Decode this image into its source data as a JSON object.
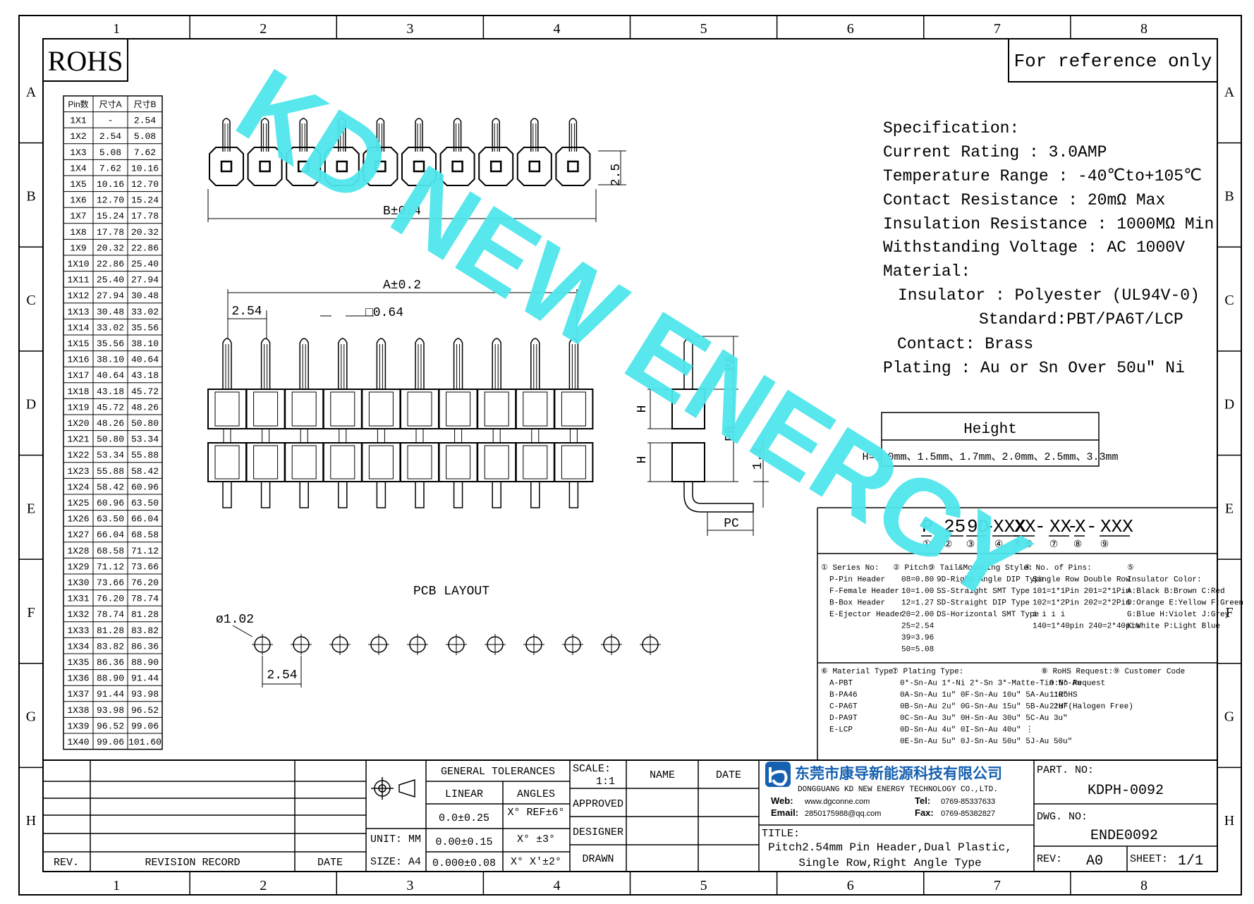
{
  "frame": {
    "cols": [
      "1",
      "2",
      "3",
      "4",
      "5",
      "6",
      "7",
      "8"
    ],
    "rows": [
      "A",
      "B",
      "C",
      "D",
      "E",
      "F",
      "G",
      "H"
    ]
  },
  "rohs": "ROHS",
  "reference": "For reference only",
  "watermark": "KD NEW ENERGY",
  "pin_table": {
    "headers": [
      "Pin数",
      "尺寸A",
      "尺寸B"
    ],
    "rows": [
      [
        "1X1",
        "-",
        "2.54"
      ],
      [
        "1X2",
        "2.54",
        "5.08"
      ],
      [
        "1X3",
        "5.08",
        "7.62"
      ],
      [
        "1X4",
        "7.62",
        "10.16"
      ],
      [
        "1X5",
        "10.16",
        "12.70"
      ],
      [
        "1X6",
        "12.70",
        "15.24"
      ],
      [
        "1X7",
        "15.24",
        "17.78"
      ],
      [
        "1X8",
        "17.78",
        "20.32"
      ],
      [
        "1X9",
        "20.32",
        "22.86"
      ],
      [
        "1X10",
        "22.86",
        "25.40"
      ],
      [
        "1X11",
        "25.40",
        "27.94"
      ],
      [
        "1X12",
        "27.94",
        "30.48"
      ],
      [
        "1X13",
        "30.48",
        "33.02"
      ],
      [
        "1X14",
        "33.02",
        "35.56"
      ],
      [
        "1X15",
        "35.56",
        "38.10"
      ],
      [
        "1X16",
        "38.10",
        "40.64"
      ],
      [
        "1X17",
        "40.64",
        "43.18"
      ],
      [
        "1X18",
        "43.18",
        "45.72"
      ],
      [
        "1X19",
        "45.72",
        "48.26"
      ],
      [
        "1X20",
        "48.26",
        "50.80"
      ],
      [
        "1X21",
        "50.80",
        "53.34"
      ],
      [
        "1X22",
        "53.34",
        "55.88"
      ],
      [
        "1X23",
        "55.88",
        "58.42"
      ],
      [
        "1X24",
        "58.42",
        "60.96"
      ],
      [
        "1X25",
        "60.96",
        "63.50"
      ],
      [
        "1X26",
        "63.50",
        "66.04"
      ],
      [
        "1X27",
        "66.04",
        "68.58"
      ],
      [
        "1X28",
        "68.58",
        "71.12"
      ],
      [
        "1X29",
        "71.12",
        "73.66"
      ],
      [
        "1X30",
        "73.66",
        "76.20"
      ],
      [
        "1X31",
        "76.20",
        "78.74"
      ],
      [
        "1X32",
        "78.74",
        "81.28"
      ],
      [
        "1X33",
        "81.28",
        "83.82"
      ],
      [
        "1X34",
        "83.82",
        "86.36"
      ],
      [
        "1X35",
        "86.36",
        "88.90"
      ],
      [
        "1X36",
        "88.90",
        "91.44"
      ],
      [
        "1X37",
        "91.44",
        "93.98"
      ],
      [
        "1X38",
        "93.98",
        "96.52"
      ],
      [
        "1X39",
        "96.52",
        "99.06"
      ],
      [
        "1X40",
        "99.06",
        "101.60"
      ]
    ]
  },
  "dims": {
    "b_dim": "B±0.4",
    "h_2_5": "2.5",
    "a_dim": "A±0.2",
    "pitch": "2.54",
    "pin_sq": "□0.64",
    "pa": "PA",
    "pb": "PB",
    "h": "H",
    "d_1_2": "1.2",
    "pc": "PC",
    "pcb_layout": "PCB LAYOUT",
    "hole": "ø1.02",
    "pcb_pitch": "2.54"
  },
  "spec": {
    "lines": [
      "Specification:",
      "Current Rating : 3.0AMP",
      "Temperature Range : -40℃to+105℃",
      "Contact Resistance : 20mΩ Max",
      "Insulation Resistance : 1000MΩ Min",
      "Withstanding Voltage : AC 1000V",
      "Material:",
      "Insulator : Polyester (UL94V-0)",
      "Standard:PBT/PA6T/LCP",
      "Contact: Brass",
      "Plating : Au or Sn Over 50u\" Ni"
    ]
  },
  "height_box": {
    "title": "Height",
    "value": "H=1.0mm、1.5mm、1.7mm、2.0mm、2.5mm、3.3mm"
  },
  "part_code": {
    "segments": [
      "P",
      "25",
      "9D",
      "-",
      "XXX",
      "X",
      "X",
      "-",
      "XX",
      "-",
      "X",
      "-",
      "XXX"
    ],
    "numbers": [
      "①",
      "②",
      "③",
      "④",
      "⑤",
      "⑥",
      "⑦",
      "⑧",
      "⑨"
    ]
  },
  "code_legend_top": [
    {
      "lines": [
        "① Series No:",
        "P-Pin Header",
        "F-Female Header",
        "B-Box Header",
        "E-Ejector Header"
      ]
    },
    {
      "lines": [
        "② Pitch:",
        "08=0.80",
        "10=1.00",
        "12=1.27",
        "20=2.00",
        "25=2.54",
        "39=3.96",
        "50=5.08"
      ]
    },
    {
      "lines": [
        "③ Tail&Mounting Style:",
        "9D-Right Angle DIP Type",
        "SS-Straight SMT Type",
        "SD-Straight DIP Type",
        "DS-Horizontal SMT Type"
      ]
    },
    {
      "lines": [
        "④ No. of Pins:",
        "Single Row  Double Row",
        "101=1*1Pin  201=2*1Pin",
        "102=1*2Pin  202=2*2Pin",
        "i  i        i  i",
        "140=1*40pin 240=2*40pin"
      ]
    },
    {
      "lines": [
        "⑤",
        "Insulator Color:",
        "A:Black  B:Brown  C:Red",
        "D:Orange E:Yellow F:Green",
        "G:Blue  H:Violet J:Grey",
        "K:White  P:Light Blue"
      ]
    }
  ],
  "code_legend_bottom": [
    {
      "lines": [
        "⑥ Material Type:",
        "A-PBT",
        "B-PA46",
        "C-PA6T",
        "D-PA9T",
        "E-LCP"
      ]
    },
    {
      "lines": [
        "⑦ Plating Type:",
        "0*-Sn-Au 1*-Ni 2*-Sn 3*-Matte-Tin 5*-Au",
        "0A-Sn-Au 1u\" 0F-Sn-Au 10u\"  5A-Au 1u\"",
        "0B-Sn-Au 2u\" 0G-Sn-Au 15u\"  5B-Au 2u\"",
        "0C-Sn-Au 3u\" 0H-Sn-Au 30u\"  5C-Au 3u\"",
        "0D-Sn-Au 4u\" 0I-Sn-Au 40u\"   ⋮",
        "0E-Sn-Au 5u\" 0J-Sn-Au 50u\"  5J-Au 50u\""
      ]
    },
    {
      "lines": [
        "⑧ RoHS Request:",
        "0:No Request",
        "1:RoHS",
        "2:HF(Halogen Free)"
      ]
    },
    {
      "lines": [
        "⑨ Customer Code"
      ]
    }
  ],
  "title_block": {
    "rev": "REV.",
    "revision_record": "REVISION RECORD",
    "date": "DATE",
    "general_tolerances": "GENERAL TOLERANCES",
    "linear": "LINEAR",
    "angles": "ANGLES",
    "unit": "UNIT: MM",
    "size": "SIZE: A4",
    "tol_linear": [
      "0.0±0.25",
      "0.00±0.15",
      "0.000±0.08"
    ],
    "tol_angles": [
      "X° REF±6°",
      "X° ±3°",
      "X° X'±2°"
    ],
    "scale_label": "SCALE:",
    "scale_value": "1:1",
    "name": "NAME",
    "date2": "DATE",
    "approved": "APPROVED",
    "designer": "DESIGNER",
    "drawn": "DRAWN",
    "company_cn": "东莞市康导新能源科技有限公司",
    "company_en": "DONGGUANG KD NEW ENERGY TECHNOLOGY CO.,LTD.",
    "web_label": "Web:",
    "web": "www.dgconne.com",
    "tel_label": "Tel:",
    "tel": "0769-85337633",
    "email_label": "Email:",
    "email": "2850175988@qq.com",
    "fax_label": "Fax:",
    "fax": "0769-85382827",
    "title_label": "TITLE:",
    "title_1": "Pitch2.54mm Pin Header,Dual Plastic,",
    "title_2": "Single Row,Right Angle Type",
    "part_no_label": "PART. NO:",
    "part_no": "KDPH-0092",
    "dwg_no_label": "DWG. NO:",
    "dwg_no": "ENDE0092",
    "rev_label": "REV:",
    "rev_value": "A0",
    "sheet_label": "SHEET:",
    "sheet_value": "1/1"
  },
  "colors": {
    "watermark": "#4fe6ec",
    "line": "#000000",
    "logo": "#1560b0"
  }
}
